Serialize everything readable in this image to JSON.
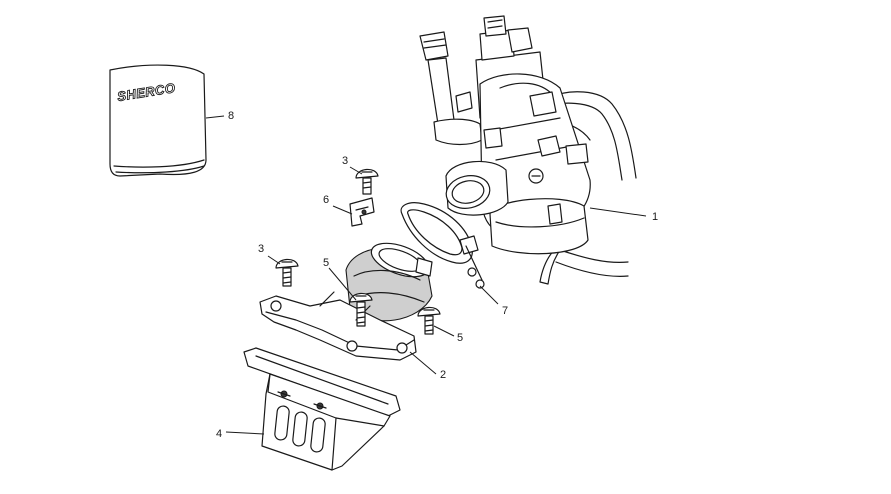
{
  "diagram": {
    "accent_color": "#1a1a1a",
    "background_color": "#ffffff",
    "logo_text": "SHERCO",
    "callouts": [
      {
        "id": "c1",
        "label": "1"
      },
      {
        "id": "c2",
        "label": "2"
      },
      {
        "id": "c3a",
        "label": "3"
      },
      {
        "id": "c3b",
        "label": "3"
      },
      {
        "id": "c4",
        "label": "4"
      },
      {
        "id": "c5a",
        "label": "5"
      },
      {
        "id": "c5b",
        "label": "5"
      },
      {
        "id": "c6",
        "label": "6"
      },
      {
        "id": "c7",
        "label": "7"
      },
      {
        "id": "c8",
        "label": "8"
      }
    ]
  }
}
